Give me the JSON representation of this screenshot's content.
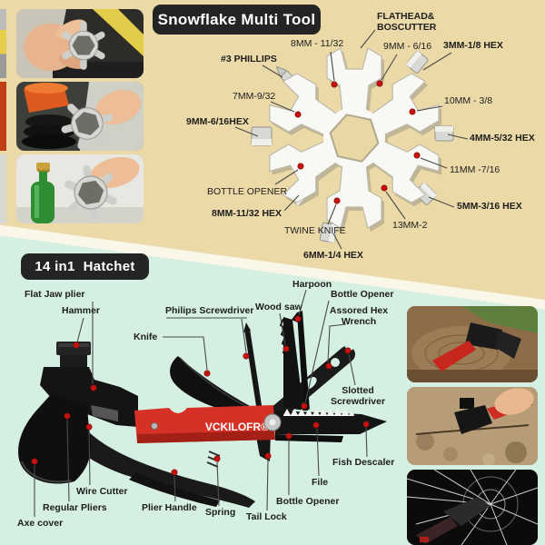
{
  "top": {
    "title": "Snowflake Multi Tool",
    "labels": {
      "flathead": "FLATHEAD&\nBOSCUTTER",
      "m8_1132": "8MM - 11/32",
      "m9_616": "9MM - 6/16",
      "m3_18": "3MM-1/8 HEX",
      "phillips3": "#3 PHILLIPS",
      "m7_932": "7MM-9/32",
      "m10_38": "10MM - 3/8",
      "m9_616hex": "9MM-6/16HEX",
      "m4_532": "4MM-5/32 HEX",
      "m11_716": "11MM -7/16",
      "bottle": "BOTTLE OPENER",
      "m5_316": "5MM-3/16 HEX",
      "m8_1132hex": "8MM-11/32 HEX",
      "m13_2": "13MM-2",
      "twine": "TWINE KNIFE",
      "m6_14": "6MM-1/4 HEX"
    }
  },
  "bottom": {
    "title": "14 in1  Hatchet",
    "brand": "VCKILOFR®",
    "labels": {
      "flat_jaw": "Flat Jaw plier",
      "hammer": "Hammer",
      "philips": "Philips Screwdriver",
      "knife": "Knife",
      "wood_saw": "Wood saw",
      "harpoon": "Harpoon",
      "bottle_top": "Bottle Opener",
      "hex_wrench": "Assored Hex\nWrench",
      "slotted": "Slotted\nScrewdriver",
      "fish": "Fish Descaler",
      "file": "File",
      "bottle_bottom": "Bottle Opener",
      "tail_lock": "Tail Lock",
      "spring": "Spring",
      "plier_handle": "Plier Handle",
      "regular_pliers": "Regular Pliers",
      "wire_cutter": "Wire Cutter",
      "axe_cover": "Axe cover"
    }
  },
  "colors": {
    "top_background": "#ebdaa7",
    "bottom_background": "#d6efe3",
    "title_box": "#242424",
    "callout_dot": "#c41310",
    "handle_red": "#d63127",
    "tool_black": "#141414"
  }
}
